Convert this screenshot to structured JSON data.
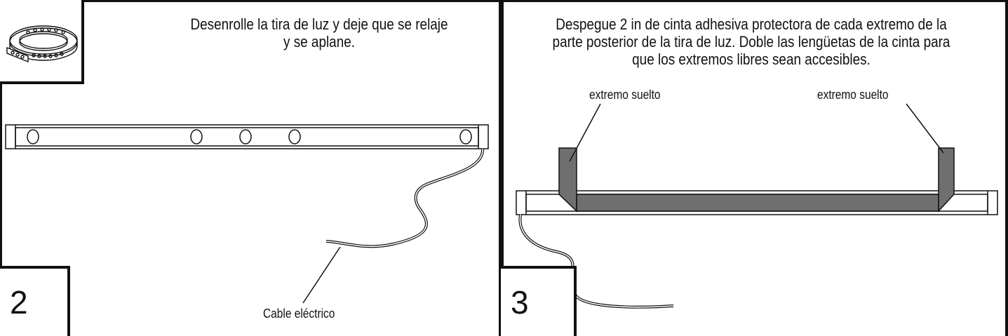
{
  "step2": {
    "number": "2",
    "instruction_line1": "Desenrolle la tira de luz y deje que se relaje",
    "instruction_line2": "y se aplane.",
    "cable_label": "Cable eléctrico",
    "reel_icon": "coiled-light-strip-icon"
  },
  "step3": {
    "number": "3",
    "instruction_line1": "Despegue 2 in de cinta adhesiva protectora de cada extremo de la",
    "instruction_line2": "parte posterior de la tira de luz. Doble las lengüetas de la cinta para",
    "instruction_line3": "que los extremos libres sean accesibles.",
    "loose_end_label_left": "extremo suelto",
    "loose_end_label_right": "extremo suelto"
  },
  "colors": {
    "line": "#111111",
    "tape": "#6f6f6f",
    "background": "#ffffff"
  }
}
